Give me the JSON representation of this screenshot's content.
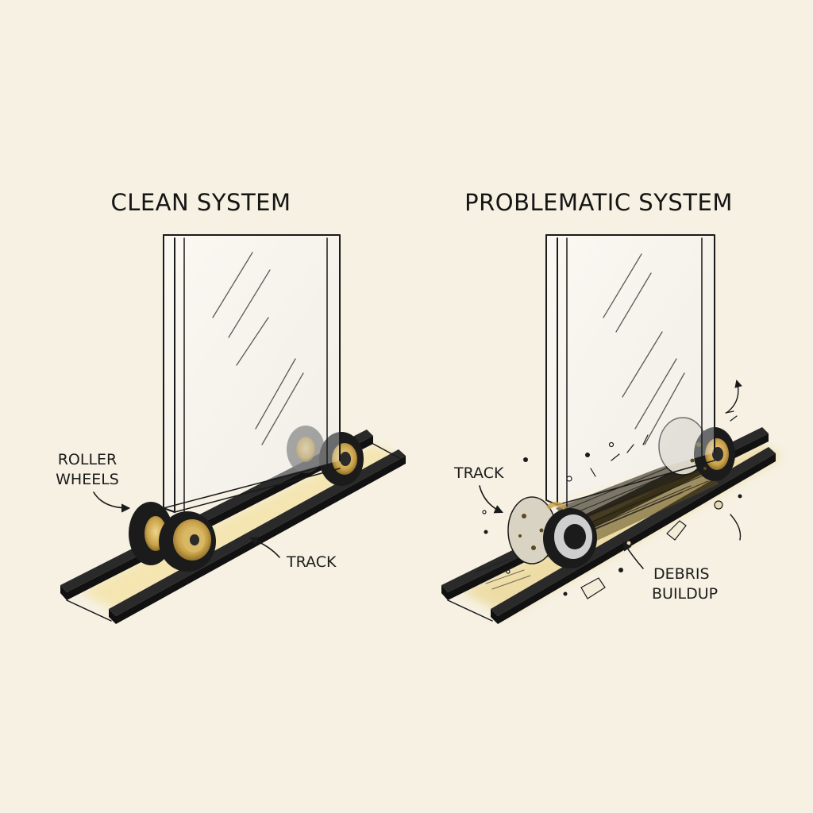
{
  "panels": {
    "clean": {
      "title": "CLEAN SYSTEM",
      "labels": {
        "wheels_line1": "ROLLER",
        "wheels_line2": "WHEELS",
        "track": "TRACK"
      }
    },
    "problem": {
      "title": "PROBLEMATIC SYSTEM",
      "labels": {
        "track": "TRACK",
        "debris_line1": "DEBRIS",
        "debris_line2": "BUILDUP"
      }
    }
  },
  "colors": {
    "background": "#f6f1e3",
    "ink": "#1a1a1a",
    "rail": "#2a2a2a",
    "wheel_tire": "#1b1b1b",
    "wheel_hub": "#c9a24a",
    "track_glow": "#f3dc8a",
    "debris": "#6b5a2a"
  },
  "icons": [
    "arrow-icon"
  ]
}
